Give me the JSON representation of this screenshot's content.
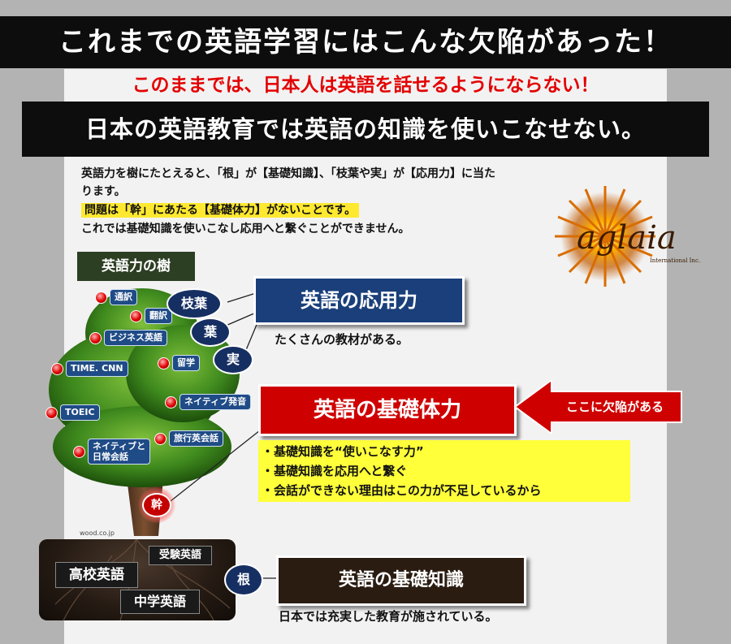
{
  "banner": {
    "title": "これまでの英語学習にはこんな欠陥があった！"
  },
  "warning": {
    "text": "このままでは、日本人は英語を話せるようにならない！"
  },
  "subtitle": {
    "text": "日本の英語教育では英語の知識を使いこなせない。"
  },
  "intro": {
    "line1": "英語力を樹にたとえると、「根」が【基礎知識】、「枝葉や実」が【応用力】に当た",
    "line2": "ります。",
    "highlight": "問題は「幹」にあたる【基礎体力】がないことです。",
    "line4": "これでは基礎知識を使いこなし応用へと繋ぐことができません。"
  },
  "logo": {
    "text": "aglaia",
    "sub": "International Inc."
  },
  "tree": {
    "label": "英語力の樹",
    "credit": "wood.co.jp",
    "bubbles": [
      "通訳",
      "翻訳",
      "ビジネス英語",
      "TIME. CNN",
      "留学",
      "ネイティブ発音",
      "TOEIC",
      "旅行英会話",
      "ネイティブと",
      "日常会話"
    ],
    "ovals": {
      "branch": "枝葉",
      "leaf": "葉",
      "fruit": "実",
      "trunk": "幹",
      "root": "根"
    },
    "roots": [
      "受験英語",
      "高校英語",
      "中学英語"
    ]
  },
  "applied": {
    "title": "英語の応用力",
    "caption": "たくさんの教材がある。"
  },
  "core": {
    "title": "英語の基礎体力",
    "arrow": "ここに欠陥がある",
    "points": [
      "・基礎知識を“使いこなす力”",
      "・基礎知識を応用へと繋ぐ",
      "・会話ができない理由はこの力が不足しているから"
    ]
  },
  "knowledge": {
    "title": "英語の基礎知識",
    "caption": "日本では充実した教育が施されている。"
  },
  "colors": {
    "navy": "#1a3f7a",
    "red": "#cf0000",
    "yellow": "#ffff3a",
    "darkbrown": "#2a1c11"
  }
}
